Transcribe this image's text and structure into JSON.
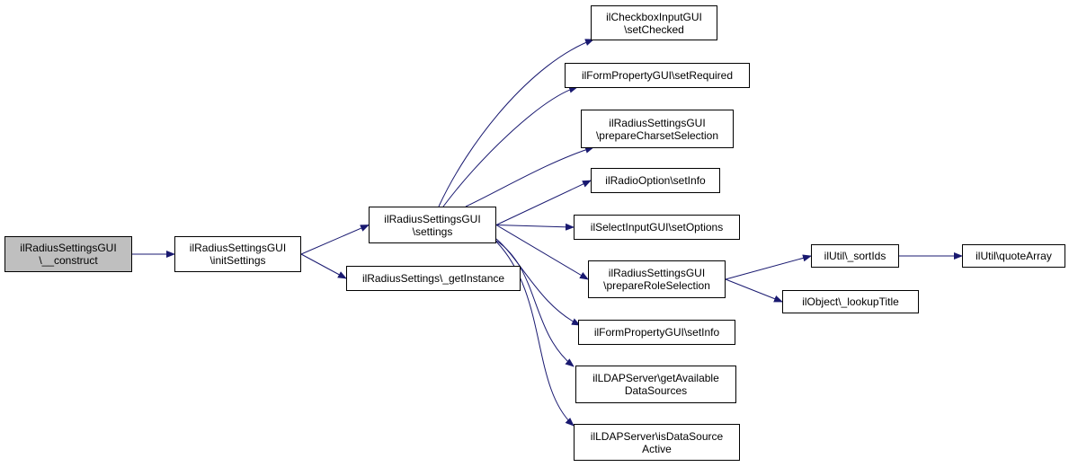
{
  "colors": {
    "edge": "#191970",
    "node_border": "#000000",
    "root_fill": "#bfbfbf",
    "node_fill": "#ffffff"
  },
  "nodes": [
    {
      "id": "construct",
      "lines": [
        "ilRadiusSettingsGUI",
        "\\__construct"
      ],
      "root": true
    },
    {
      "id": "initSettings",
      "lines": [
        "ilRadiusSettingsGUI",
        "\\initSettings"
      ]
    },
    {
      "id": "settings",
      "lines": [
        "ilRadiusSettingsGUI",
        "\\settings"
      ]
    },
    {
      "id": "getInstance",
      "lines": [
        "ilRadiusSettings\\_getInstance"
      ]
    },
    {
      "id": "setChecked",
      "lines": [
        "ilCheckboxInputGUI",
        "\\setChecked"
      ]
    },
    {
      "id": "setRequired",
      "lines": [
        "ilFormPropertyGUI\\setRequired"
      ]
    },
    {
      "id": "prepareCharset",
      "lines": [
        "ilRadiusSettingsGUI",
        "\\prepareCharsetSelection"
      ]
    },
    {
      "id": "radioSetInfo",
      "lines": [
        "ilRadioOption\\setInfo"
      ]
    },
    {
      "id": "setOptions",
      "lines": [
        "ilSelectInputGUI\\setOptions"
      ]
    },
    {
      "id": "prepareRole",
      "lines": [
        "ilRadiusSettingsGUI",
        "\\prepareRoleSelection"
      ]
    },
    {
      "id": "sortIds",
      "lines": [
        "ilUtil\\_sortIds"
      ]
    },
    {
      "id": "quoteArray",
      "lines": [
        "ilUtil\\quoteArray"
      ]
    },
    {
      "id": "lookupTitle",
      "lines": [
        "ilObject\\_lookupTitle"
      ]
    },
    {
      "id": "formSetInfo",
      "lines": [
        "ilFormPropertyGUI\\setInfo"
      ]
    },
    {
      "id": "getAvailable",
      "lines": [
        "ilLDAPServer\\getAvailable",
        "DataSources"
      ]
    },
    {
      "id": "isActive",
      "lines": [
        "ilLDAPServer\\isDataSource",
        "Active"
      ]
    }
  ],
  "edges": [
    [
      "construct",
      "initSettings"
    ],
    [
      "initSettings",
      "settings"
    ],
    [
      "initSettings",
      "getInstance"
    ],
    [
      "settings",
      "setChecked"
    ],
    [
      "settings",
      "setRequired"
    ],
    [
      "settings",
      "prepareCharset"
    ],
    [
      "settings",
      "radioSetInfo"
    ],
    [
      "settings",
      "setOptions"
    ],
    [
      "settings",
      "prepareRole"
    ],
    [
      "settings",
      "formSetInfo"
    ],
    [
      "settings",
      "getAvailable"
    ],
    [
      "settings",
      "isActive"
    ],
    [
      "prepareRole",
      "sortIds"
    ],
    [
      "prepareRole",
      "lookupTitle"
    ],
    [
      "sortIds",
      "quoteArray"
    ]
  ]
}
